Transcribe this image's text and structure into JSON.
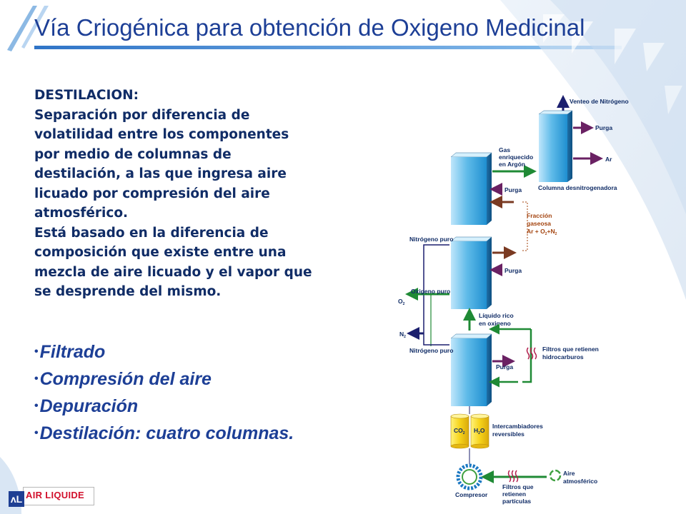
{
  "slide": {
    "title": "Vía Criogénica para obtención de Oxigeno Medicinal",
    "body_lines": [
      "DESTILACION:",
      "Separación por diferencia de",
      "volatilidad entre los componentes",
      "por medio de columnas de",
      "destilación, a las que ingresa aire",
      "licuado por compresión del aire",
      "atmosférico.",
      "Está basado en la diferencia de",
      "composición que existe entre una",
      "mezcla de aire licuado y el vapor que",
      "se desprende del mismo."
    ],
    "bullets": [
      "Filtrado",
      "Compresión del aire",
      "Depuración",
      "Destilación: cuatro columnas."
    ],
    "bullet_symbol": "•"
  },
  "diagram": {
    "labels": {
      "venteo": "Venteo de Nitrógeno",
      "purga_top": "Purga",
      "ar": "Ar",
      "gas_1": "Gas",
      "gas_2": "enriquecido",
      "gas_3": "en Argón",
      "purga_2": "Purga",
      "columna_desnitro": "Columna desnitrogenadora",
      "fraccion_1": "Fracción",
      "fraccion_2": "gaseosa",
      "fraccion_3": "Ar + O",
      "fraccion_3b": "2",
      "fraccion_3c": "+N",
      "fraccion_3d": "2",
      "nitrogeno_puro_top": "Nitrógeno puro",
      "purga_3": "Purga",
      "oxigeno_puro": "Oxigeno puro",
      "o2": "O",
      "o2_sub": "2",
      "liquido_1": "Líquido rico",
      "liquido_2": "en oxigeno",
      "n2": "N",
      "n2_sub": "2",
      "nitrogeno_puro_bottom": "Nitrógeno puro",
      "filtros_hc_1": "Filtros que retienen",
      "filtros_hc_2": "hidrocarburos",
      "purga_4": "Purga",
      "co2": "CO",
      "co2_sub": "2",
      "h2o_h": "H",
      "h2o_sub": "2",
      "h2o_o": "O",
      "intercamb_1": "Intercambiadores",
      "intercamb_2": "reversibles",
      "aire_1": "Aire",
      "aire_2": "atmosférico",
      "compresor": "Compresor",
      "filtros_p_1": "Filtros que",
      "filtros_p_2": "retienen",
      "filtros_p_3": "partículas"
    }
  },
  "logo": {
    "text": "AIR LIQUIDE",
    "mark": "ʌL"
  },
  "colors": {
    "title": "#1d3f96",
    "body": "#102c66",
    "arrow_purple": "#6a2163",
    "arrow_green": "#1f8a35",
    "arrow_navy": "#1b1f6e",
    "arrow_brown": "#7a3a22",
    "label_orange": "#a3430e",
    "column_blue": "#2fa3dc",
    "vessel_yellow": "#f2d31e",
    "logo_red": "#d2102c"
  }
}
